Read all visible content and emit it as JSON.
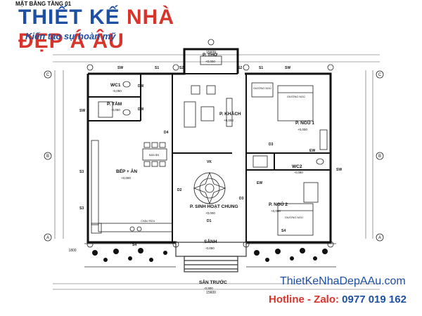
{
  "header": {
    "sheet_title": "MẶT BẰNG TẦNG 01",
    "logo_part1": "THIẾT KẾ",
    "logo_part2": "NHÀ ĐẸP Á ÂU",
    "tagline": "Kiến tạo sự hoàn mỹ"
  },
  "footer": {
    "website": "ThietKeNhaDepAAu.com",
    "hotline_label": "Hotline - Zalo:",
    "hotline_number": "0977 019 162"
  },
  "rooms": {
    "tho": "P. THỜ",
    "tho_level": "+0,000",
    "khach": "P. KHÁCH",
    "khach_level": "+0,000",
    "wc1": "WC1",
    "wc1_level": "-0,050",
    "tam": "P. TẮM",
    "tam_level": "-0,050",
    "bep_an": "BẾP + ĂN",
    "bep_an_level": "+0,000",
    "ngu1": "P. NGỦ 1",
    "ngu1_level": "+0,000",
    "wc2": "WC2",
    "wc2_level": "-0,050",
    "ngu2": "P. NGỦ 2",
    "ngu2_level": "+0,000",
    "sinh_hoat": "P. SINH HOẠT CHUNG",
    "sinh_hoat_level": "+0,000",
    "sanh": "SẢNH",
    "sanh_level": "-0,050",
    "san_truoc": "SÂN TRƯỚC",
    "san_truoc_level": "-0,900",
    "giuong_ngu_1": "GIƯỜNG NGỦ",
    "giuong_ngu_2": "GIƯỜNG NGỦ",
    "giuong_ngu_3": "GIƯỜNG NGỦ",
    "chau_rua": "CHẬU RỬA",
    "ban_an": "BÀN ĂN"
  },
  "doors": {
    "s1": "S1",
    "s2": "S2",
    "s3": "S3",
    "s4": "S4",
    "d1": "D1",
    "d2": "D2",
    "d3": "D3",
    "d4": "D4",
    "sw": "SW",
    "dw": "DW",
    "vk": "VK",
    "ew": "EW"
  },
  "grid_axes": {
    "rows": [
      "C",
      "B",
      "A"
    ],
    "top_dimension": "15600",
    "bottom_dimension": "15600",
    "side_dimension": "1800"
  }
}
